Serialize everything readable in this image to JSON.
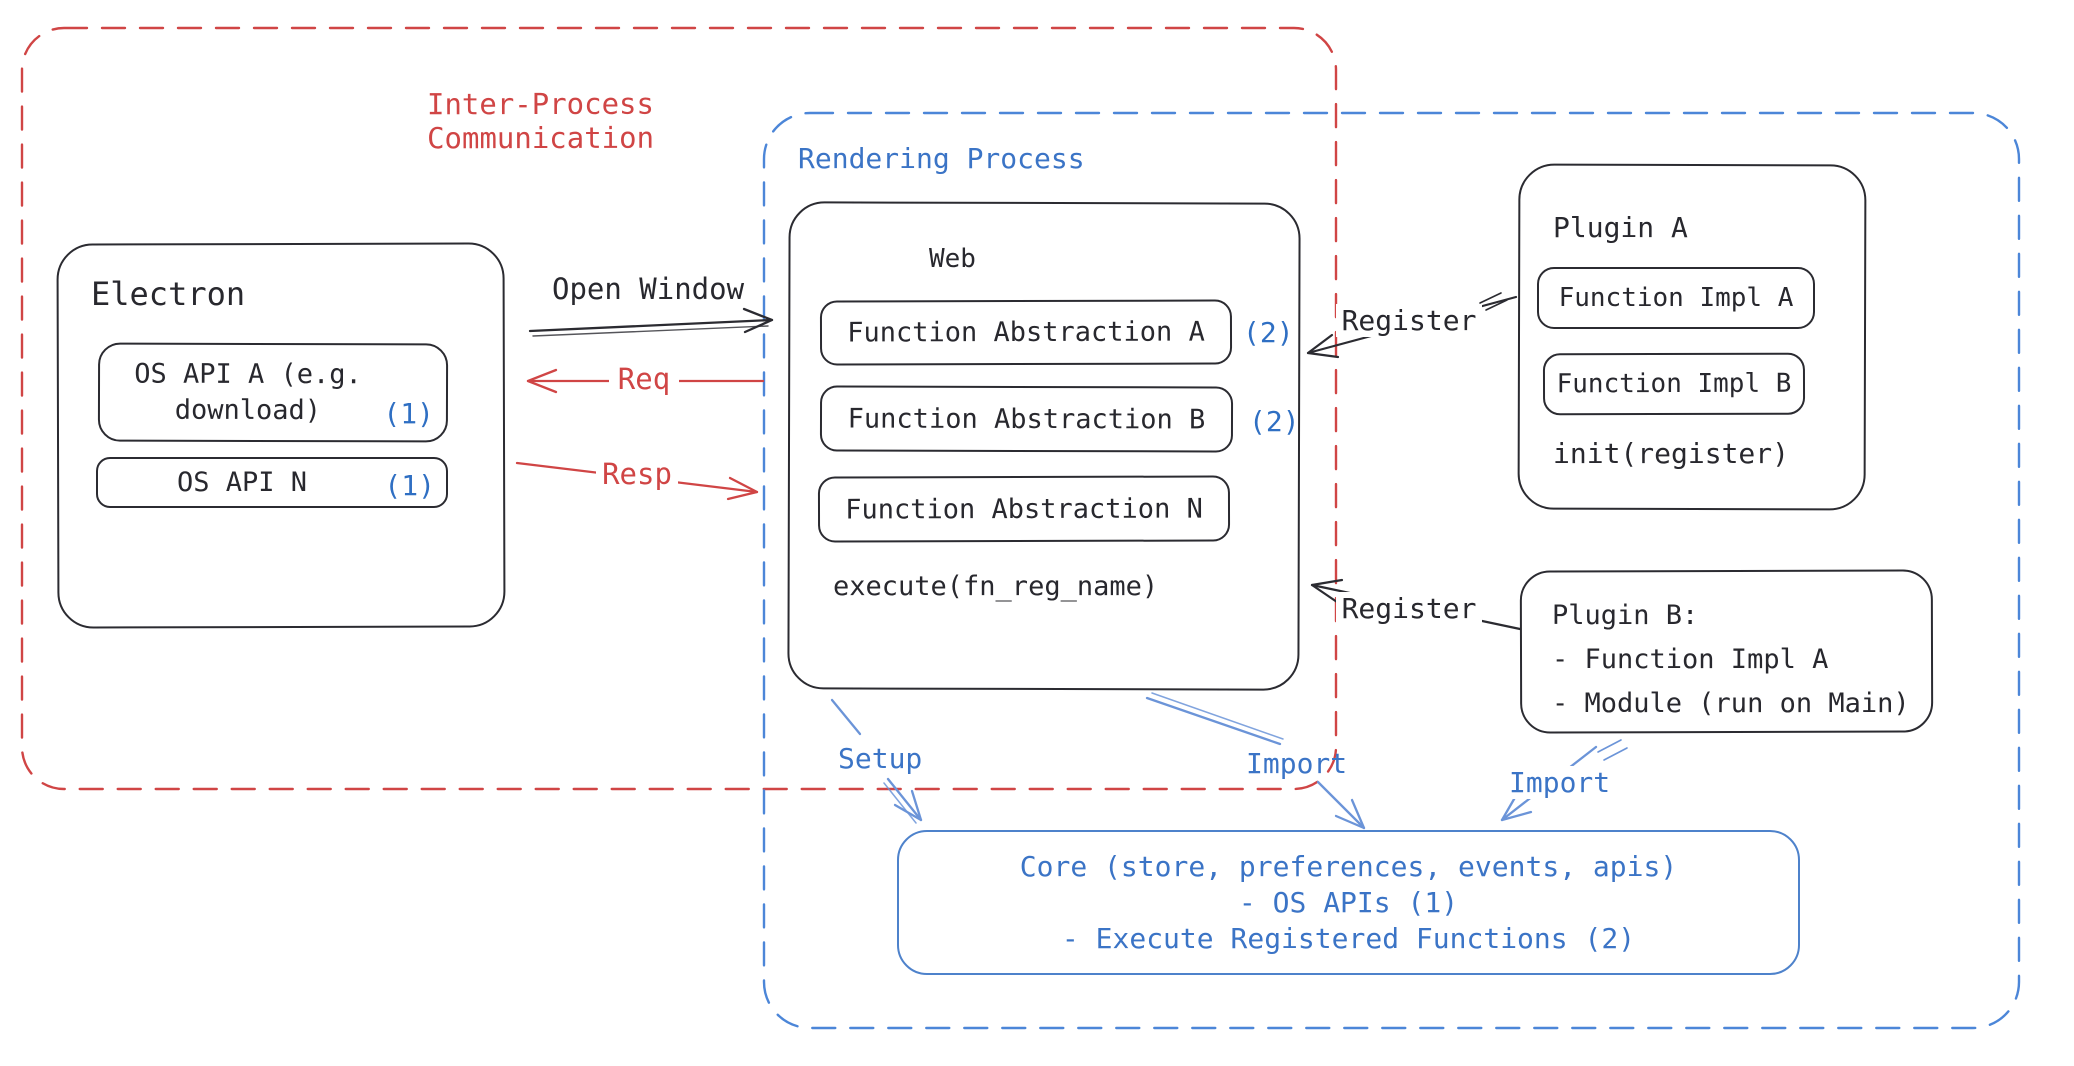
{
  "colors": {
    "red": "#d04545",
    "blue_text": "#3b74c6",
    "blue_badge": "#2f6fc3",
    "blue_dash": "#4c86d8",
    "blue_arrow": "#6b94d8",
    "ink": "#28282e",
    "background": "#ffffff"
  },
  "regions": {
    "ipc": {
      "label_line1": "Inter-Process",
      "label_line2": "Communication"
    },
    "rendering": {
      "label": "Rendering Process"
    }
  },
  "electron": {
    "title": "Electron",
    "os_api_a": {
      "line1": "OS API A (e.g.",
      "line2": "download)",
      "badge": "(1)"
    },
    "os_api_n": {
      "label": "OS API N",
      "badge": "(1)"
    }
  },
  "web": {
    "title": "Web",
    "fn_a": {
      "label": "Function Abstraction A",
      "badge": "(2)"
    },
    "fn_b": {
      "label": "Function Abstraction B",
      "badge": "(2)"
    },
    "fn_n": {
      "label": "Function Abstraction N"
    },
    "execute_label": "execute(fn_reg_name)"
  },
  "plugin_a": {
    "title": "Plugin A",
    "impl_a": "Function Impl A",
    "impl_b": "Function Impl B",
    "init_label": "init(register)"
  },
  "plugin_b": {
    "title": "Plugin B:",
    "item1": "- Function Impl A",
    "item2": "- Module (run on Main)"
  },
  "core": {
    "line1": "Core (store, preferences, events, apis)",
    "line2": "- OS APIs (1)",
    "line3": "- Execute Registered Functions (2)"
  },
  "arrows": {
    "open_window": "Open Window",
    "req": "Req",
    "resp": "Resp",
    "register_plugin_a": "Register",
    "register_plugin_b": "Register",
    "setup": "Setup",
    "import_web": "Import",
    "import_plugin_b": "Import"
  }
}
